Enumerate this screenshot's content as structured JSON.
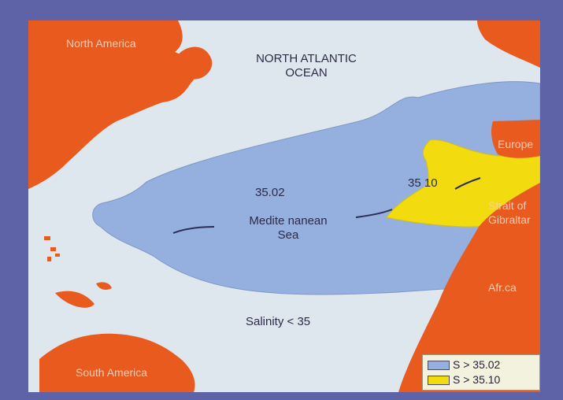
{
  "ocean": {
    "title": "NORTH ATLANTIC",
    "title_line2": "OCEAN"
  },
  "landmasses": {
    "north_america": "North America",
    "europe": "Europe",
    "strait": "Strait of",
    "strait_line2": "Gibraltar",
    "africa": "Afr.ca",
    "south_america": "South America"
  },
  "tongue": {
    "value_low": "35.02",
    "value_high": "35 10",
    "name": "Medite nanean",
    "name_line2": "Sea"
  },
  "salinity_label": "Salinity  < 35",
  "legend": [
    {
      "label": "S  > 35.02",
      "color": "#95b0de"
    },
    {
      "label": "S  > 35.10",
      "color": "#f2dc10"
    }
  ],
  "colors": {
    "land": "#e85a1e",
    "ocean": "#dfe7ee",
    "frame": "#5e62a6",
    "tongue_low": "#95b0de",
    "tongue_high": "#f2dc10"
  }
}
